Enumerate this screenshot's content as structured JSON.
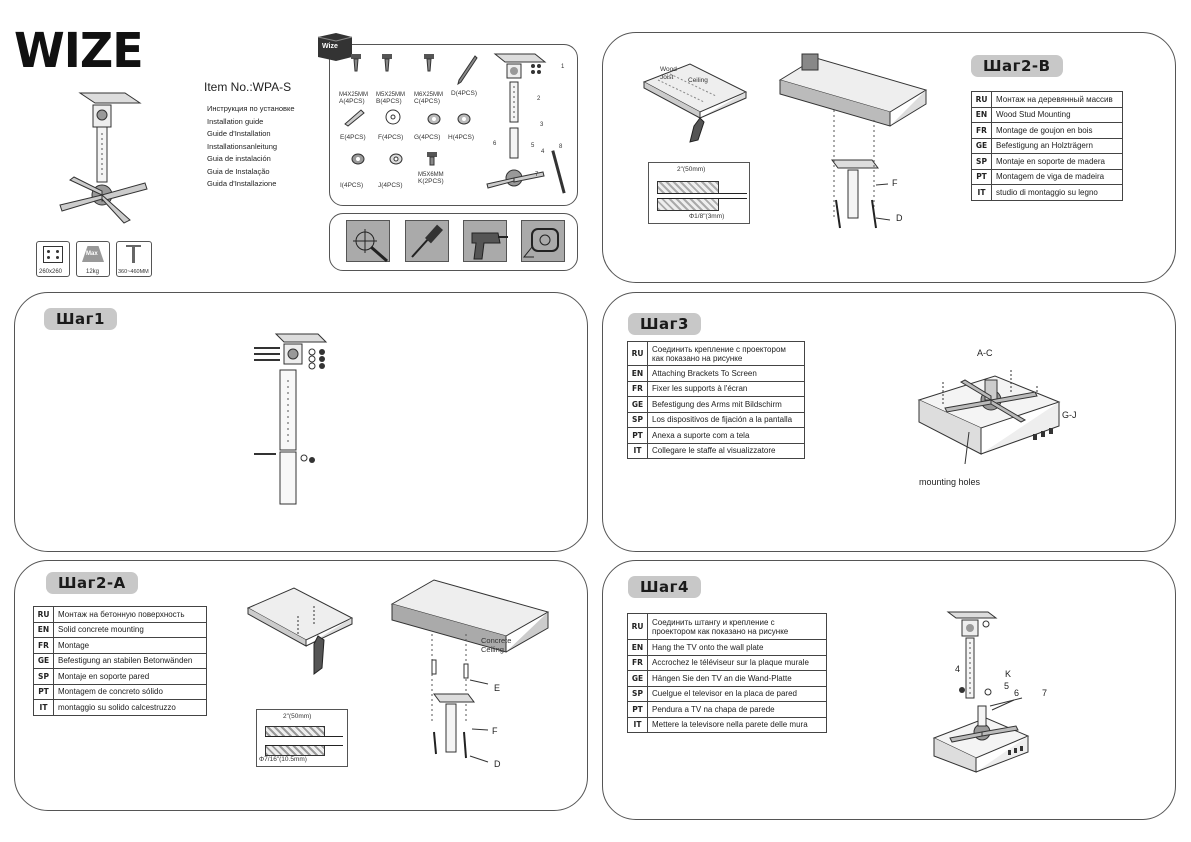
{
  "brand": {
    "logo": "WIZE"
  },
  "header": {
    "item_no": "Item No.:WPA-S",
    "guide_titles": [
      "Инструкция по установке",
      "Installation  guide",
      "Guide d'Installation",
      "Installationsanleitung",
      "Guia de instalación",
      "Guia de Instalação",
      "Guida d'Installazione"
    ],
    "specs": [
      {
        "label": "260x260",
        "icon": "mount-plate-icon"
      },
      {
        "max": "Max",
        "label": "12kg",
        "icon": "weight-icon"
      },
      {
        "label": "360~460MM",
        "icon": "height-range-icon"
      }
    ]
  },
  "parts": {
    "box_logo": "Wize",
    "items": [
      {
        "size": "M4X25MM",
        "label": "A(4PCS)"
      },
      {
        "size": "M5X25MM",
        "label": "B(4PCS)"
      },
      {
        "size": "M6X25MM",
        "label": "C(4PCS)"
      },
      {
        "size": "",
        "label": "D(4PCS)"
      },
      {
        "size": "",
        "label": "E(4PCS)"
      },
      {
        "size": "",
        "label": "F(4PCS)"
      },
      {
        "size": "",
        "label": "G(4PCS)"
      },
      {
        "size": "",
        "label": "H(4PCS)"
      },
      {
        "size": "",
        "label": "I(4PCS)"
      },
      {
        "size": "",
        "label": "J(4PCS)"
      },
      {
        "size": "M5X6MM",
        "label": "K(2PCS)"
      }
    ],
    "callouts": [
      "1",
      "2",
      "3",
      "4",
      "5",
      "6",
      "7",
      "8"
    ],
    "tools": [
      "drill-bit-icon",
      "screwdriver-icon",
      "power-drill-icon",
      "tape-measure-icon"
    ]
  },
  "step1": {
    "title": "Шаг1"
  },
  "step2a": {
    "title": "Шаг2-A",
    "rows": [
      {
        "code": "RU",
        "text": "Монтаж на бетонную поверхность"
      },
      {
        "code": "EN",
        "text": "Solid  concrete  mounting"
      },
      {
        "code": "FR",
        "text": "Montage"
      },
      {
        "code": "GE",
        "text": "Befestigung an stabilen Betonwänden"
      },
      {
        "code": "SP",
        "text": "Montaje en soporte pared"
      },
      {
        "code": "PT",
        "text": "Montagem de concreto sólido"
      },
      {
        "code": "IT",
        "text": "montaggio su solido calcestruzzo"
      }
    ],
    "diagram": {
      "ceiling": "Concrete Ceiling",
      "depth": "2\"(50mm)",
      "diameter": "Φ7/16\"(10.5mm)",
      "labels": [
        "E",
        "F",
        "D"
      ]
    }
  },
  "step2b": {
    "title": "Шаг2-B",
    "rows": [
      {
        "code": "RU",
        "text": "Монтаж на деревянный массив"
      },
      {
        "code": "EN",
        "text": "Wood Stud Mounting"
      },
      {
        "code": "FR",
        "text": "Montage de goujon en bois"
      },
      {
        "code": "GE",
        "text": "Befestigung an Holzträgern"
      },
      {
        "code": "SP",
        "text": "Montaje en soporte de madera"
      },
      {
        "code": "PT",
        "text": "Montagem de viga de madeira"
      },
      {
        "code": "IT",
        "text": "studio di montaggio su legno"
      }
    ],
    "diagram": {
      "joist": "Wood Joist",
      "ceiling": "Ceiling",
      "depth": "2\"(50mm)",
      "diameter": "Φ1/8\"(3mm)",
      "labels": [
        "F",
        "D"
      ]
    }
  },
  "step3": {
    "title": "Шаг3",
    "rows": [
      {
        "code": "RU",
        "text": "Соединить крепление с проектором",
        "text2": "как показано на рисунке"
      },
      {
        "code": "EN",
        "text": "Attaching Brackets To Screen"
      },
      {
        "code": "FR",
        "text": "Fixer les supports à l'écran"
      },
      {
        "code": "GE",
        "text": "Befestigung des Arms mit Bildschirm"
      },
      {
        "code": "SP",
        "text": "Los dispositivos de fijación a la pantalla"
      },
      {
        "code": "PT",
        "text": "Anexa a suporte com a tela"
      },
      {
        "code": "IT",
        "text": "Collegare le staffe al visualizzatore"
      }
    ],
    "diagram": {
      "label_ac": "A-C",
      "label_gj": "G-J",
      "caption": "mounting holes"
    }
  },
  "step4": {
    "title": "Шаг4",
    "rows": [
      {
        "code": "RU",
        "text": "Соединить штангу и крепление с",
        "text2": "проектором как показано на рисунке"
      },
      {
        "code": "EN",
        "text": "Hang  the  TV  onto  the  wall  plate"
      },
      {
        "code": "FR",
        "text": "Accrochez le téléviseur sur la plaque murale"
      },
      {
        "code": "GE",
        "text": "Hängen Sie den TV an die Wand-Platte"
      },
      {
        "code": "SP",
        "text": "Cuelgue el televisor en la placa de pared"
      },
      {
        "code": "PT",
        "text": "Pendura a TV na chapa de parede"
      },
      {
        "code": "IT",
        "text": "Mettere la televisore nella parete delle mura"
      }
    ],
    "diagram": {
      "labels": [
        "4",
        "K",
        "5",
        "6",
        "7"
      ]
    }
  }
}
